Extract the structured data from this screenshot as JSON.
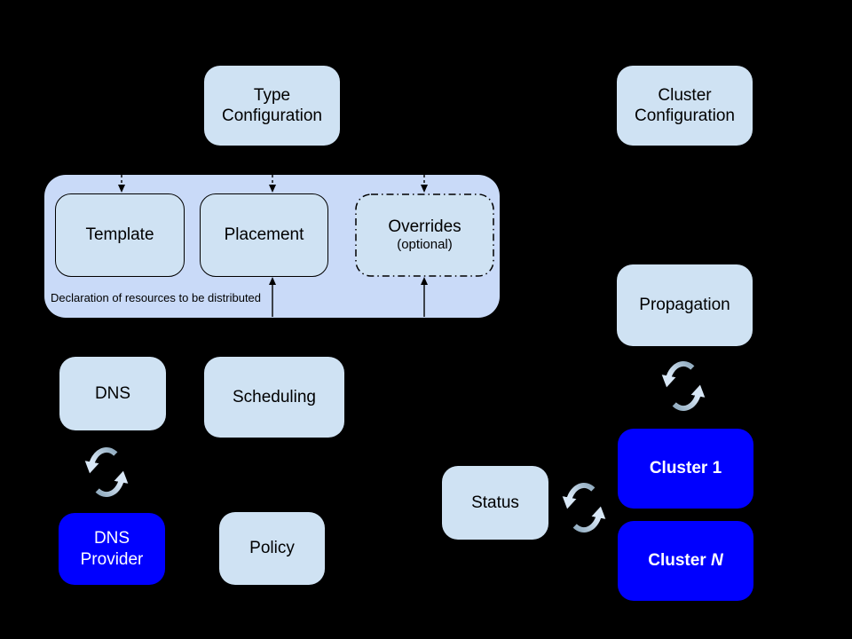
{
  "colors": {
    "background": "#000000",
    "container_fill": "#c9daf8",
    "box_fill": "#cfe2f3",
    "accent_blue": "#0000ff",
    "text_dark": "#000000",
    "text_light": "#ffffff",
    "outline": "#000000",
    "arrow": "#000000",
    "sync_dark": "#8ea9bd",
    "sync_light": "#d8e7f6"
  },
  "nodes": {
    "type_configuration": {
      "line1": "Type",
      "line2": "Configuration"
    },
    "cluster_configuration": {
      "line1": "Cluster",
      "line2": "Configuration"
    },
    "template": {
      "label": "Template"
    },
    "placement": {
      "label": "Placement"
    },
    "overrides": {
      "label": "Overrides",
      "sublabel": "(optional)"
    },
    "dns": {
      "label": "DNS"
    },
    "scheduling": {
      "label": "Scheduling"
    },
    "dns_provider": {
      "line1": "DNS",
      "line2": "Provider"
    },
    "policy": {
      "label": "Policy"
    },
    "propagation": {
      "label": "Propagation"
    },
    "status": {
      "label": "Status"
    },
    "cluster_1": {
      "prefix": "Cluster",
      "suffix": "1"
    },
    "cluster_n": {
      "prefix": "Cluster",
      "suffix": "N"
    }
  },
  "container": {
    "caption": "Declaration of resources to be distributed"
  },
  "icons": {
    "sync": "circular-arrows-sync-icon"
  }
}
